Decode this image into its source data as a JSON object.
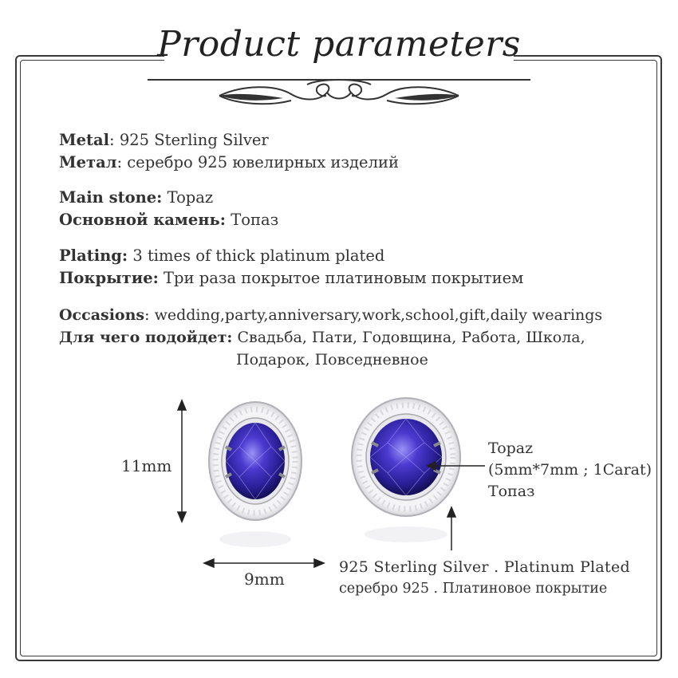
{
  "title": "Product parameters",
  "specs": [
    {
      "en_label": "Metal",
      "en_sep": ": ",
      "en_value": "925 Sterling Silver",
      "ru_label": "Метал",
      "ru_sep": ": ",
      "ru_value": "серебро 925 ювелирных изделий"
    },
    {
      "en_label": "Main stone:",
      "en_sep": " ",
      "en_value": "Topaz",
      "ru_label": "Основной камень:",
      "ru_sep": " ",
      "ru_value": "Топаз"
    },
    {
      "en_label": "Plating:",
      "en_sep": "  ",
      "en_value": "3 times of thick platinum plated",
      "ru_label": "Покрытие:",
      "ru_sep": " ",
      "ru_value": "Три раза покрытое платиновым покрытием"
    },
    {
      "en_label": "Occasions",
      "en_sep": ": ",
      "en_value": "wedding,party,anniversary,work,school,gift,daily wearings",
      "ru_label": "Для чего подойдет:",
      "ru_sep": "  ",
      "ru_value": "Свадьба, Пати, Годовщина, Работа, Школа,",
      "ru_value_line2": "Подарок, Повседневное"
    }
  ],
  "dimensions": {
    "height": "11mm",
    "width": "9mm"
  },
  "stone_note": {
    "name_en": "Topaz",
    "size": "(5mm*7mm ; 1Carat)",
    "name_ru": "Топаз"
  },
  "material_note": {
    "en": "925 Sterling Silver . Platinum Plated",
    "ru": "серебро 925 .  Платиновое покрытие"
  },
  "colors": {
    "stone_dark": "#1a1466",
    "stone_mid": "#3d2fb5",
    "stone_light": "#8f86f0",
    "silver": "#c8c8cc",
    "frame": "#3a3a3a"
  }
}
